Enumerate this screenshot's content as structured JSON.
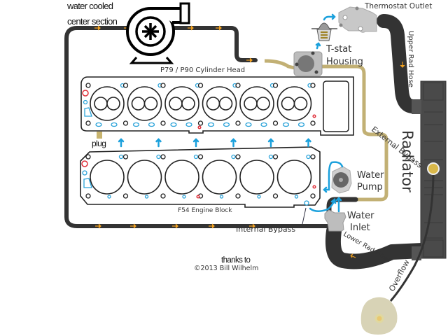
{
  "labels": {
    "turbo_line1": "water cooled",
    "turbo_line2": "center section",
    "thermostat_outlet": "Thermostat Outlet",
    "tstat_line1": "T-stat",
    "tstat_line2": "Housing",
    "upper_rad_hose": "Upper Rad Hose",
    "cylinder_head": "P79 / P90 Cylinder Head",
    "plug": "plug",
    "external_bypass": "External Bypass",
    "radiator": "Radiator",
    "water_pump_line1": "Water",
    "water_pump_line2": "Pump",
    "engine_block": "F54 Engine Block",
    "water_inlet_line1": "Water",
    "water_inlet_line2": "Inlet",
    "internal_bypass": "Internal Bypass",
    "lower_rad_hose": "Lower Rad Hose",
    "overflow": "Overflow",
    "credit_line1": "thanks to",
    "credit_line2": "©2013 Bill Wilhelm"
  },
  "colors": {
    "hose": "#333333",
    "bypass": "#c2b074",
    "coolant_flow": "#1aa0dc",
    "flow_arrow": "#f0a020",
    "radiator": "#4a4a4a",
    "metal": "#b8b8b8",
    "overflow_tank": "#d8d3b6"
  },
  "components": {
    "cylinders": 6
  }
}
